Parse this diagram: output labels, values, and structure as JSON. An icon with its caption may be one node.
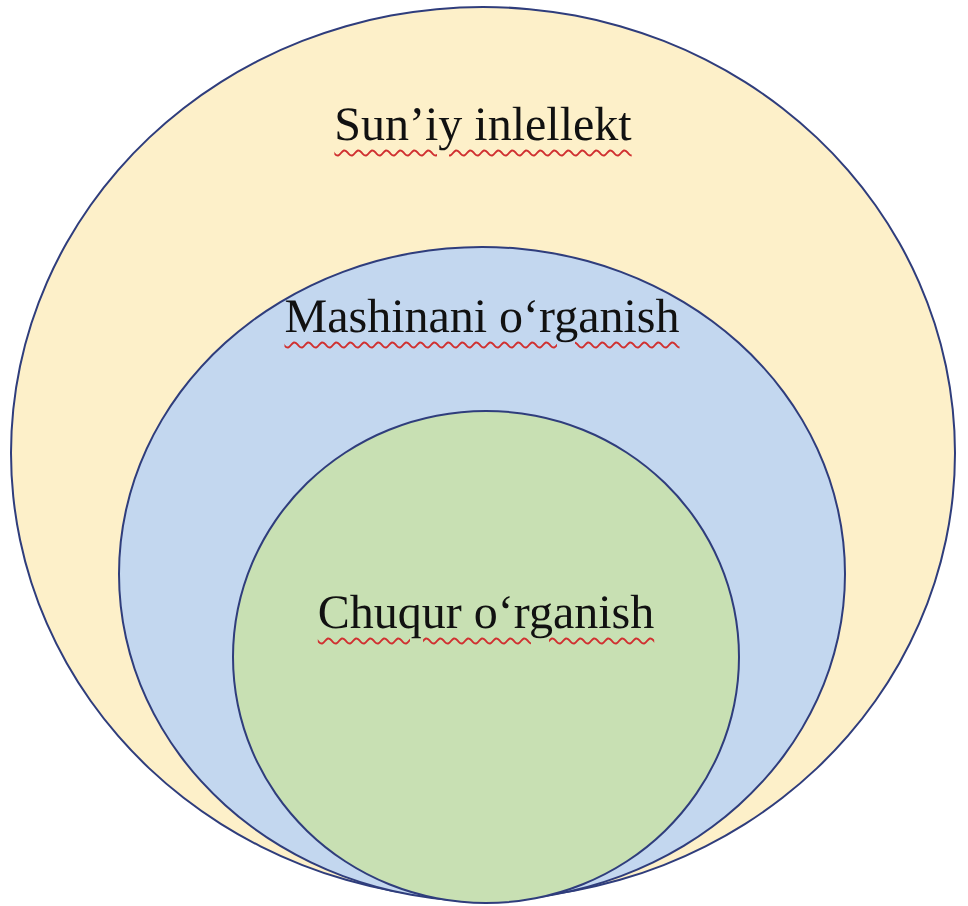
{
  "diagram": {
    "nodes": [
      {
        "text": [
          "Sun’iy inlellekt"
        ]
      },
      {
        "text": [
          "Mashinani o‘rganish"
        ],
        "in": 0
      },
      {
        "text": [
          "Chuqur o‘rganish"
        ],
        "in": 1
      }
    ]
  }
}
